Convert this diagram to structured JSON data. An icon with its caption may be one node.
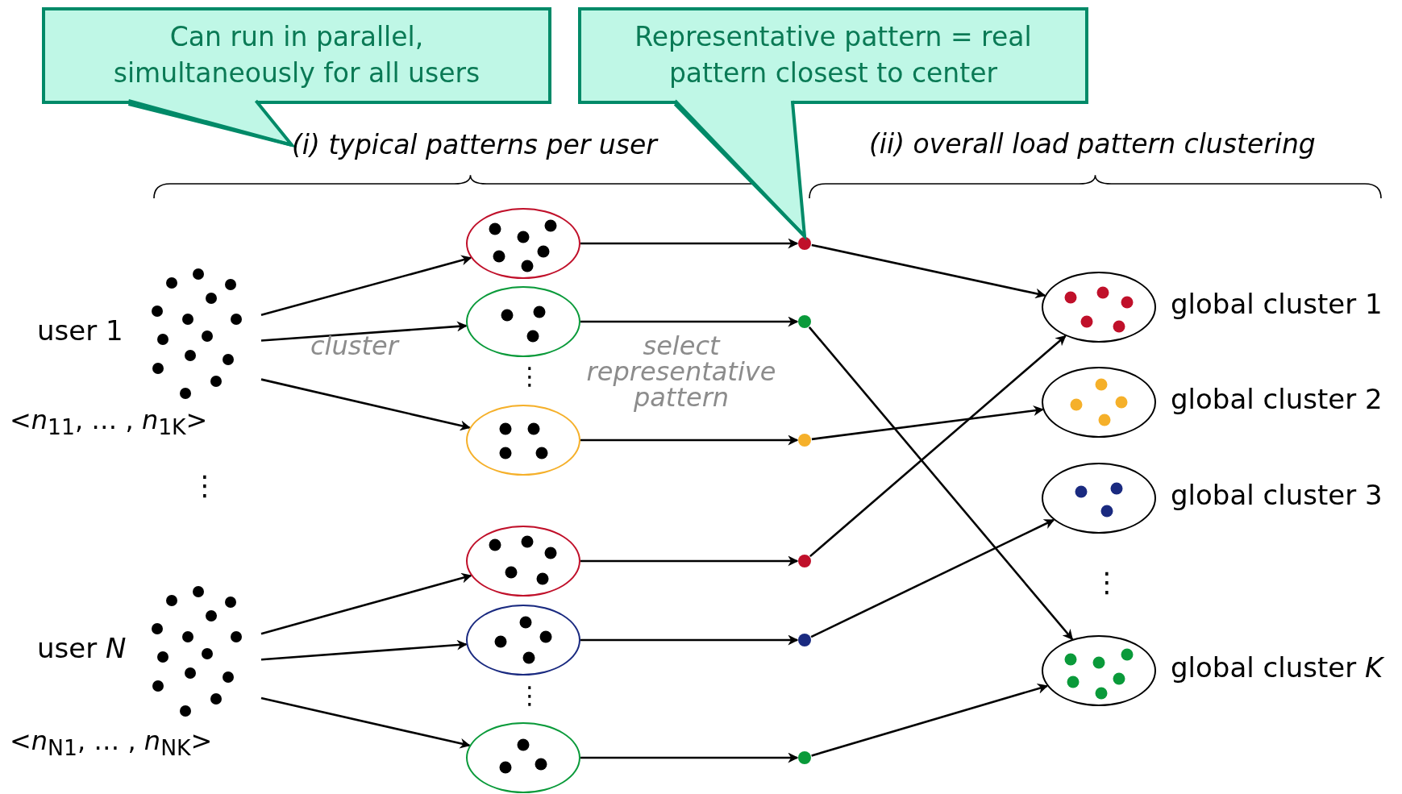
{
  "diagram": {
    "nodes": [
      {
        "text": [
          "Can run in parallel, simultaneously for all users"
        ]
      },
      {
        "text": [
          "Representative pattern = real pattern closest to center"
        ]
      },
      {
        "text": [
          "(i) typical patterns per user"
        ]
      },
      {
        "text": [
          "user 1"
        ],
        "beside": [
          "<*n*$_{11}$, … , *n*$_{1K}$>"
        ]
      },
      {
        "text": [
          "user *N*"
        ],
        "beside": [
          "<*n*$_{N1}$, … , *n*$_{NK}$>"
        ]
      },
      {
        "text": [],
        "shape": "ellipse"
      },
      {
        "text": [],
        "shape": "ellipse"
      },
      {
        "text": [],
        "shape": "ellipse"
      },
      {
        "text": [],
        "shape": "ellipse"
      },
      {
        "text": [],
        "shape": "ellipse"
      },
      {
        "text": [],
        "shape": "ellipse"
      },
      {
        "text": [],
        "shape": "circle"
      },
      {
        "text": [],
        "shape": "circle"
      },
      {
        "text": [],
        "shape": "circle"
      },
      {
        "text": [],
        "shape": "circle"
      },
      {
        "text": [],
        "shape": "circle"
      },
      {
        "text": [],
        "shape": "circle"
      },
      {
        "text": [],
        "shape": "ellipse",
        "beside": [
          "global cluster 1"
        ]
      },
      {
        "text": [],
        "shape": "ellipse",
        "beside": [
          "global cluster 2"
        ]
      },
      {
        "text": [],
        "shape": "ellipse",
        "beside": [
          "global cluster 3"
        ]
      },
      {
        "text": [],
        "shape": "ellipse",
        "beside": [
          "global cluster *K*"
        ]
      }
    ],
    "edges": [
      {
        "from": 0,
        "to": 2,
        "arrow": "none",
        "color": "#008a68"
      },
      {
        "from": 1,
        "to": 11,
        "arrow": "none",
        "color": "#008a68"
      },
      {
        "from": 3,
        "to": 5,
        "arrow": "to"
      },
      {
        "from": 3,
        "to": 6,
        "arrow": "to"
      },
      {
        "from": 3,
        "to": 7,
        "arrow": "to"
      },
      {
        "from": 4,
        "to": 8,
        "arrow": "to"
      },
      {
        "from": 4,
        "to": 9,
        "arrow": "to"
      },
      {
        "from": 4,
        "to": 10,
        "arrow": "to"
      },
      {
        "from": 5,
        "to": 11,
        "arrow": "to"
      },
      {
        "from": 6,
        "to": 12,
        "arrow": "to"
      },
      {
        "from": 7,
        "to": 13,
        "arrow": "to"
      },
      {
        "from": 8,
        "to": 14,
        "arrow": "to"
      },
      {
        "from": 9,
        "to": 15,
        "arrow": "to"
      },
      {
        "from": 10,
        "to": 16,
        "arrow": "to"
      },
      {
        "from": 11,
        "to": 17,
        "arrow": "to"
      },
      {
        "from": 12,
        "to": 20,
        "arrow": "to"
      },
      {
        "from": 13,
        "to": 18,
        "arrow": "to"
      },
      {
        "from": 14,
        "to": 17,
        "arrow": "to"
      },
      {
        "from": 15,
        "to": 19,
        "arrow": "to"
      },
      {
        "from": 16,
        "to": 20,
        "arrow": "to"
      }
    ],
    "labels": [
      "(ii) overall load pattern clustering",
      "cluster",
      "⋮",
      "select representative pattern",
      "⋮",
      "⋮",
      "⋮"
    ]
  }
}
